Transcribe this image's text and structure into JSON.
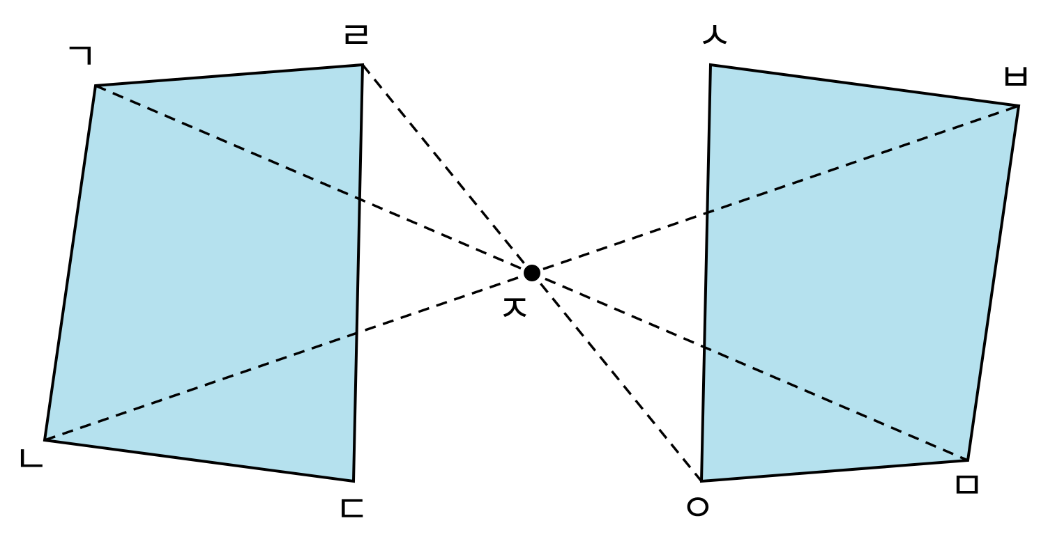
{
  "figure": {
    "stroke_color": "#000000",
    "fill_color": "#b5e1ee",
    "center_point": {
      "label": "ㅈ"
    },
    "left_quad": {
      "vertices": [
        {
          "id": "g",
          "label": "ㄱ"
        },
        {
          "id": "n",
          "label": "ㄴ"
        },
        {
          "id": "d",
          "label": "ㄷ"
        },
        {
          "id": "r",
          "label": "ㄹ"
        }
      ]
    },
    "right_quad": {
      "vertices": [
        {
          "id": "m",
          "label": "ㅁ"
        },
        {
          "id": "b",
          "label": "ㅂ"
        },
        {
          "id": "s",
          "label": "ㅅ"
        },
        {
          "id": "o",
          "label": "ㅇ"
        }
      ]
    },
    "dashed_segments": [
      {
        "from": "ㄱ",
        "to": "ㅁ"
      },
      {
        "from": "ㄴ",
        "to": "ㅂ"
      },
      {
        "from": "ㄹ",
        "to": "ㅇ"
      }
    ]
  }
}
